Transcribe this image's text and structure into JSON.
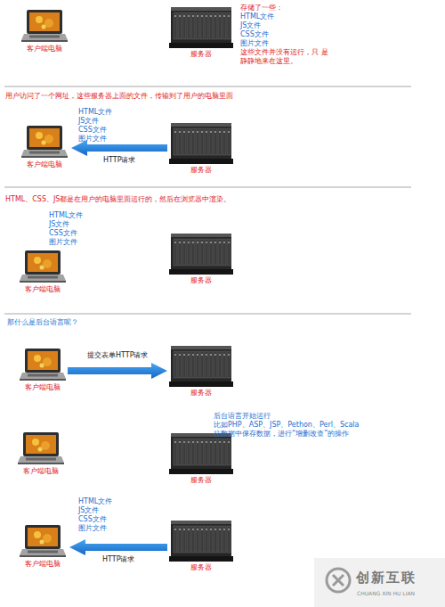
{
  "diagram": {
    "nodes": [
      {
        "text": [
          "客户端电脑"
        ]
      },
      {
        "text": [
          "服务器"
        ]
      },
      {
        "text": [
          "客户端电脑"
        ]
      },
      {
        "text": [
          "服务器"
        ]
      },
      {
        "text": [
          "客户端电脑"
        ]
      },
      {
        "text": [
          "服务器"
        ]
      },
      {
        "text": [
          "客户端电脑"
        ]
      },
      {
        "text": [
          "服务器"
        ]
      },
      {
        "text": [
          "客户端电脑"
        ]
      },
      {
        "text": [
          "服务器"
        ]
      },
      {
        "text": [
          "客户端电脑"
        ]
      },
      {
        "text": [
          "服务器"
        ]
      }
    ],
    "edges": [
      {
        "from": 3,
        "to": 2,
        "arrow": "to",
        "label": "HTTP请求"
      },
      {
        "from": 6,
        "to": 7,
        "arrow": "to",
        "label": "提交表单HTTP请求"
      },
      {
        "from": 11,
        "to": 10,
        "arrow": "to",
        "label": "HTTP请求"
      }
    ],
    "labels": [
      "存储了一些：",
      "HTML文件",
      "JS文件",
      "CSS文件",
      "图片文件",
      "这些文件并没有运行，只 是静静地来在这里。",
      "用户访问了一个网址，这些服务器上面的文件，传输到了用户的电脑里面",
      "HTML文件",
      "JS文件",
      "CSS文件",
      "图片文件",
      "HTML、CSS、JS都是在用户的电脑里面运行的，然后在浏览器中渲染。",
      "HTML文件",
      "JS文件",
      "CSS文件",
      "图片文件",
      "那什么是后台语言呢？",
      "后台语言开始运行",
      "比如PHP、ASP、JSP、Pethon、Perl、Scala",
      "往数据中保存数据，进行“增删改查”的操作",
      "HTML文件",
      "JS文件",
      "CSS文件",
      "图片文件",
      "创新互联",
      "CHUANG XIN HU LIAN"
    ]
  }
}
